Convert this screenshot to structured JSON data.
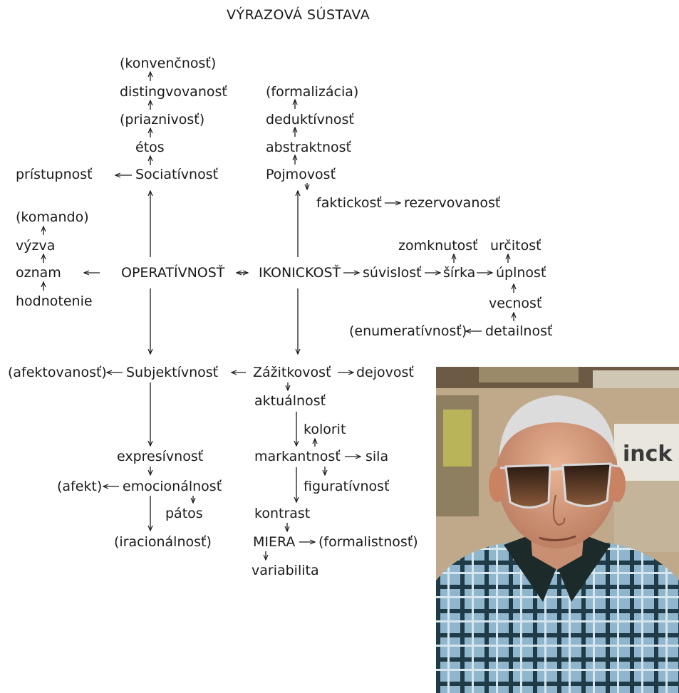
{
  "title": "VÝRAZOVÁ SÚSTAVA",
  "terms": {
    "konvencnost": "(konvenčnosť)",
    "distingvovanost": "distingvovanosť",
    "priaznivost": "(priaznivosť)",
    "etos": "étos",
    "pristupnost": "prístupnosť",
    "sociativnost": "Sociatívnosť",
    "formalizacia": "(formalizácia)",
    "deduktivnost": "deduktívnosť",
    "abstraktnost": "abstraktnosť",
    "pojmovost": "Pojmovosť",
    "faktickost": "faktickosť",
    "rezervovanost": "rezervovanosť",
    "komando": "(komando)",
    "vyzva": "výzva",
    "oznam": "oznam",
    "hodnotenie": "hodnotenie",
    "operativnost": "OPERATÍVNOSŤ",
    "ikonickost": "IKONICKOSŤ",
    "suvislost": "súvislosť",
    "sirka": "šírka",
    "uplnost": "úplnosť",
    "zomknutost": "zomknutosť",
    "urcitost": "určitosť",
    "vecnost": "vecnosť",
    "enumerativnost": "(enumeratívnosť)",
    "detailnost": "detailnosť",
    "afektovanost": "(afektovanosť)",
    "subjektivnost": "Subjektívnosť",
    "zazitkovost": "Zážitkovosť",
    "dejovost": "dejovosť",
    "aktualnost": "aktuálnosť",
    "kolorit": "kolorit",
    "markantnost": "markantnosť",
    "sila": "sila",
    "figurativnost": "figuratívnosť",
    "expresivnost": "expresívnosť",
    "afekt": "(afekt)",
    "emocionalnost": "emocionálnosť",
    "patos": "pátos",
    "iracionalnost": "(iracionálnosť)",
    "kontrast": "kontrast",
    "miera": "MIERA",
    "formalistnost": "(formalistnosť)",
    "variabilita": "variabilita"
  },
  "photo": {
    "subject": "portrait of an elderly man with tinted sunglasses and a checkered shirt",
    "background_sign_text": "inck"
  },
  "colors": {
    "ink": "#1a1a1a",
    "paper": "#ffffff",
    "shirt": "#7fa8bf",
    "collar": "#1c2a2a"
  }
}
